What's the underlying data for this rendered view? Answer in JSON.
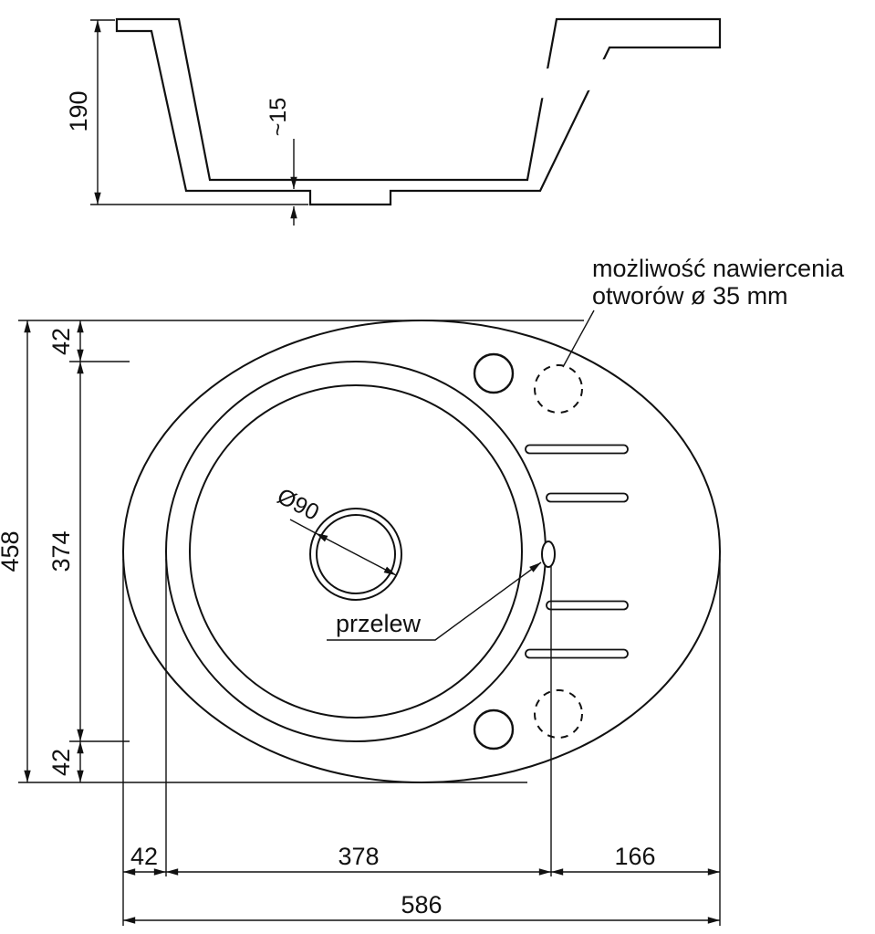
{
  "colors": {
    "line": "#111111",
    "background": "#ffffff"
  },
  "annotation": {
    "line1": "możliwość nawiercenia",
    "line2": "otworów ø 35 mm"
  },
  "section_view": {
    "height": "190",
    "drain_depth": "~15"
  },
  "plan_view": {
    "drain_diameter": "Ø90",
    "overflow_label": "przelew"
  },
  "dimensions": {
    "total_height": "458",
    "top_offset": "42",
    "bowl_height": "374",
    "bottom_offset": "42",
    "left_offset": "42",
    "bowl_width": "378",
    "right_section": "166",
    "total_width": "586"
  }
}
